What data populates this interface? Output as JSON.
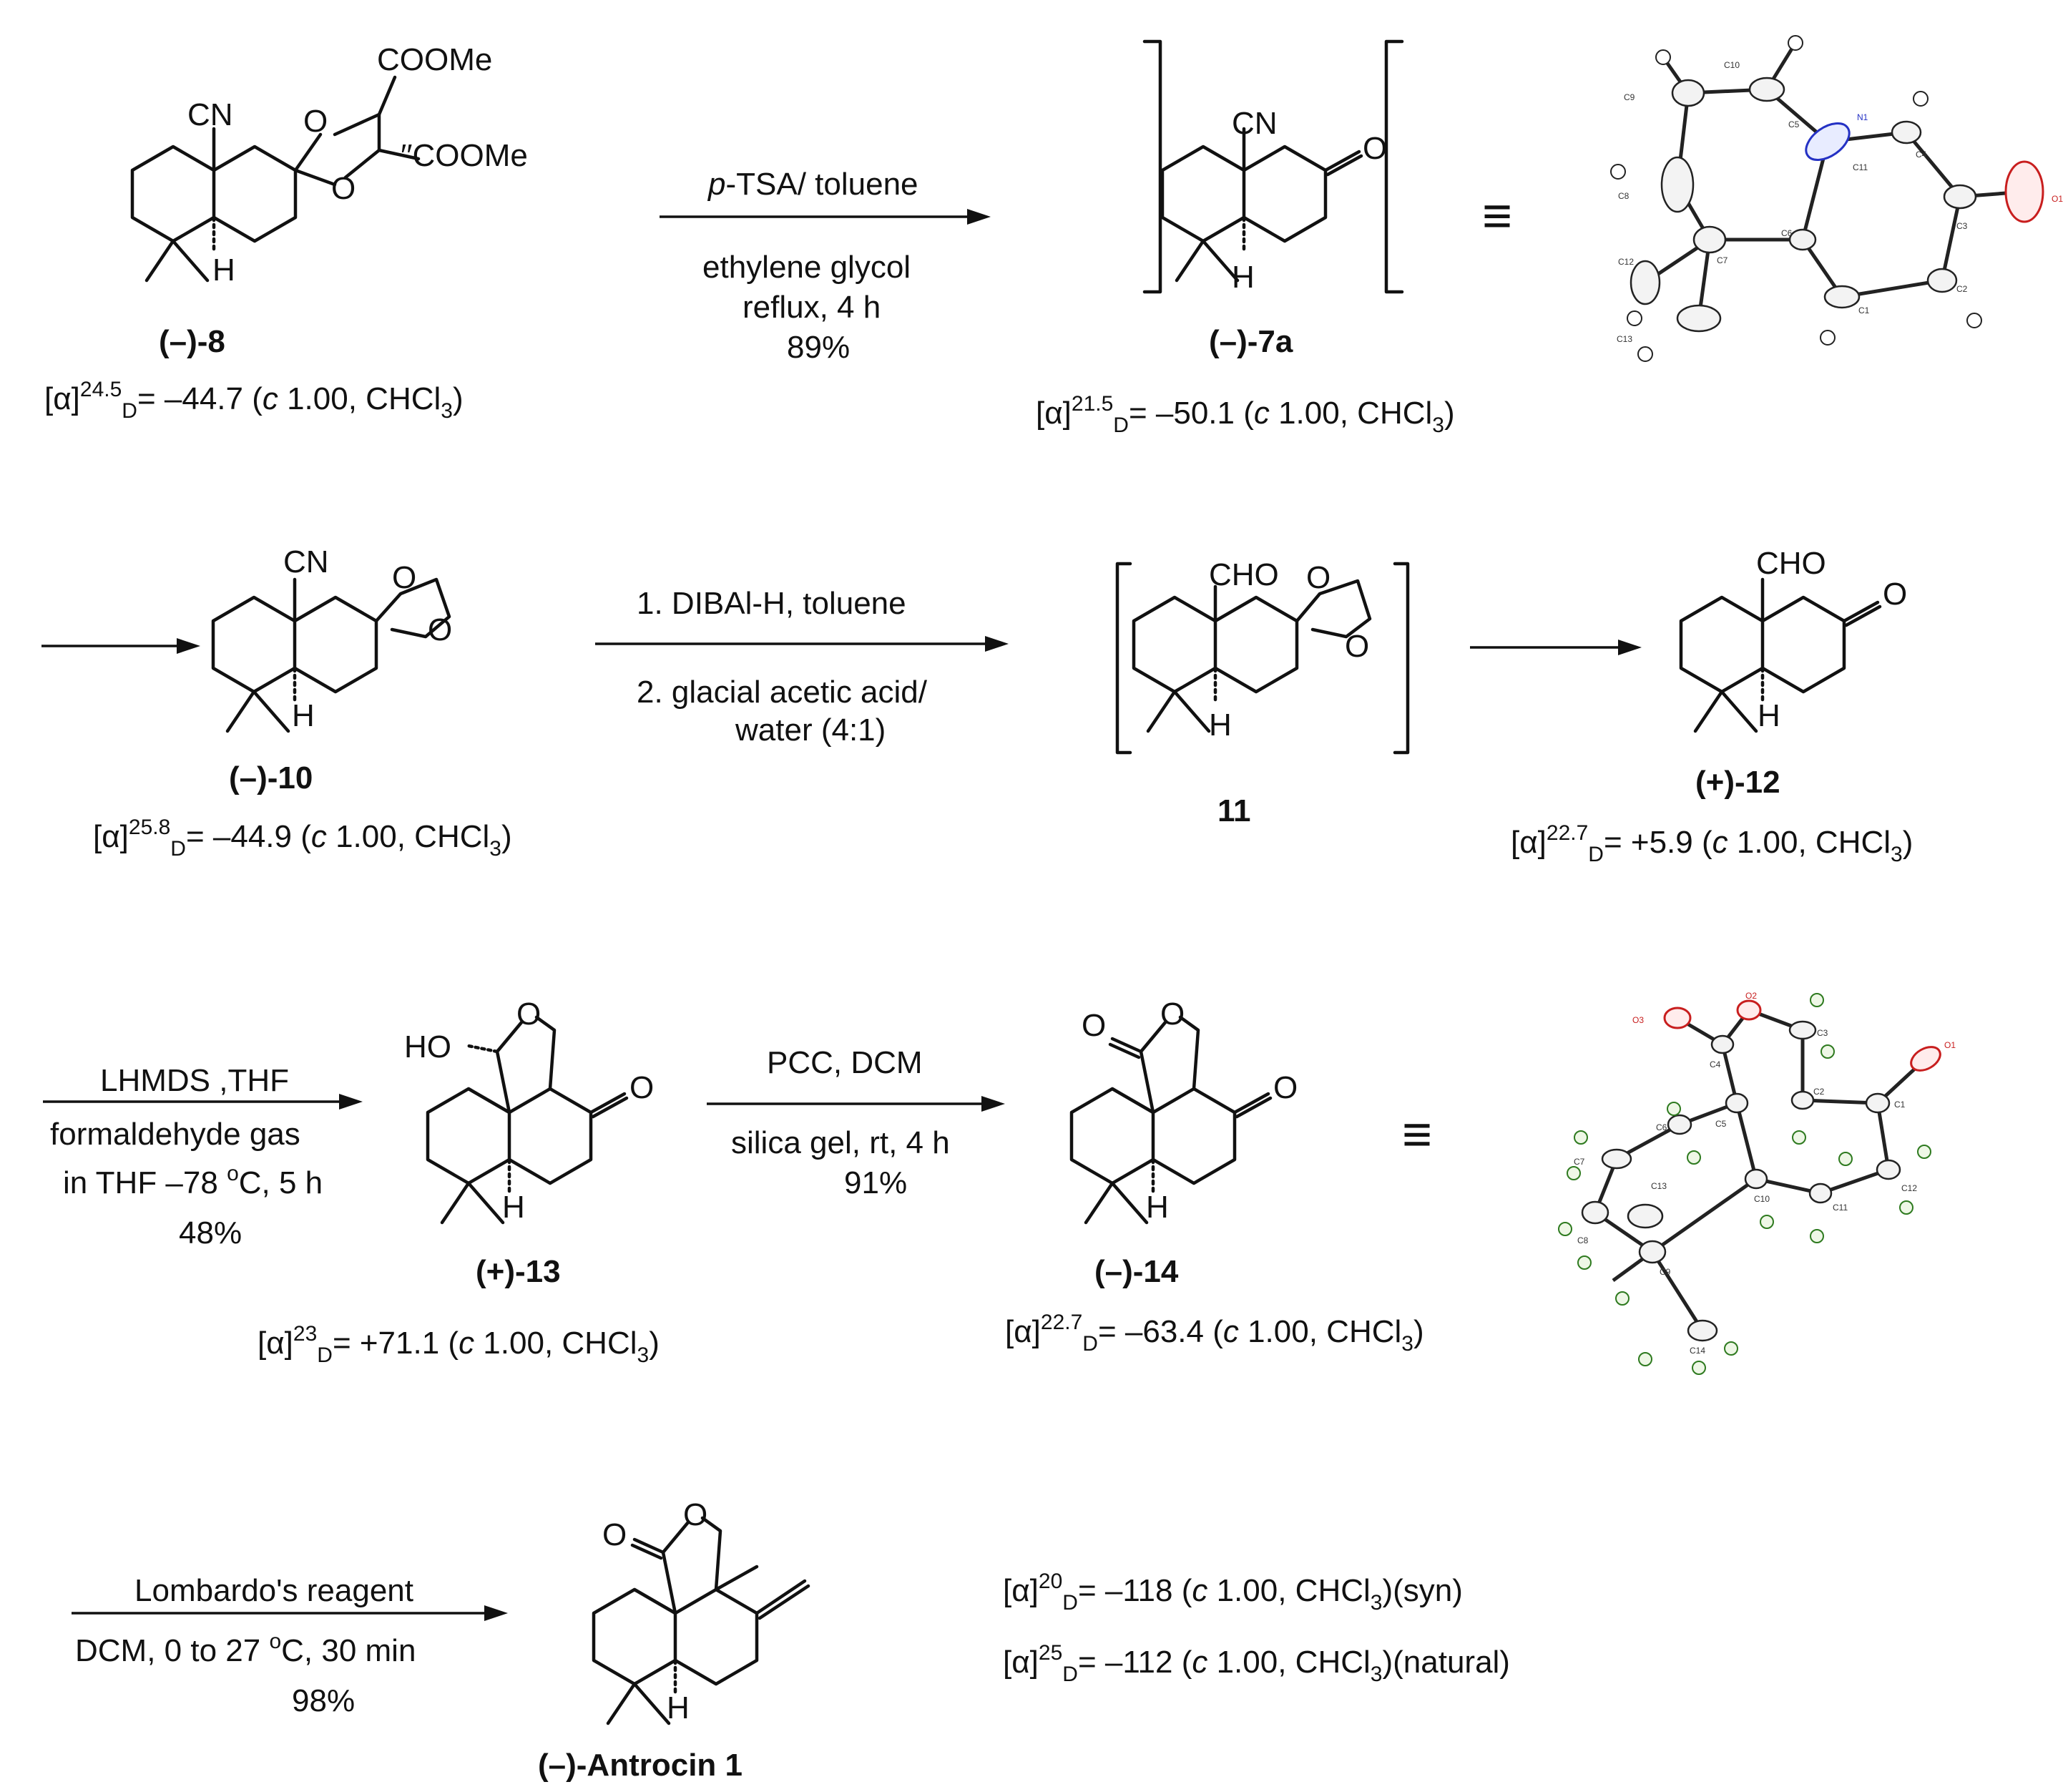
{
  "compounds": {
    "c8": {
      "label": "(–)-8",
      "rotation": {
        "temp": "24.5",
        "value": "= –44.7 (",
        "conc": " 1.00, CHCl",
        "tail": ")"
      },
      "groups": {
        "cn": "CN",
        "ester1": "COOMe",
        "ester2": "′′COOMe",
        "o1": "O",
        "o2": "O",
        "h": "H"
      }
    },
    "c7a": {
      "label": "(–)-7a",
      "rotation": {
        "temp": "21.5",
        "value": "= –50.1 (",
        "conc": " 1.00, CHCl",
        "tail": ")"
      },
      "groups": {
        "cn": "CN",
        "o": "O",
        "h": "H"
      }
    },
    "c10": {
      "label": "(–)-10",
      "rotation": {
        "temp": "25.8",
        "value": "= –44.9 (",
        "conc": " 1.00, CHCl",
        "tail": ")"
      },
      "groups": {
        "cn": "CN",
        "o1": "O",
        "o2": "O",
        "h": "H"
      }
    },
    "c11": {
      "label": "11",
      "groups": {
        "cho": "CHO",
        "o1": "O",
        "o2": "O",
        "h": "H"
      }
    },
    "c12": {
      "label": "(+)-12",
      "rotation": {
        "temp": "22.7",
        "value": "= +5.9 (",
        "conc": " 1.00, CHCl",
        "tail": ")"
      },
      "groups": {
        "cho": "CHO",
        "o": "O",
        "h": "H"
      }
    },
    "c13": {
      "label": "(+)-13",
      "rotation": {
        "temp": "23",
        "value": "= +71.1 (",
        "conc": " 1.00, CHCl",
        "tail": ")"
      },
      "groups": {
        "ho": "HO",
        "o1": "O",
        "o2": "O",
        "h": "H"
      }
    },
    "c14": {
      "label": "(–)-14",
      "rotation": {
        "temp": "22.7",
        "value": "= –63.4 (",
        "conc": " 1.00, CHCl",
        "tail": ")"
      },
      "groups": {
        "o1": "O",
        "o2": "O",
        "o3": "O",
        "h": "H"
      }
    },
    "c1": {
      "label": "(–)-Antrocin 1",
      "groups": {
        "o1": "O",
        "o2": "O",
        "h": "H"
      }
    }
  },
  "rotation_common": {
    "alpha": "[α]",
    "sub": "D",
    "c": "c",
    "sub3": "3"
  },
  "final_rotations": [
    {
      "temp": "20",
      "value": "= –118 (",
      "conc": " 1.00, CHCl",
      "tail": ")(syn)"
    },
    {
      "temp": "25",
      "value": "= –112 (",
      "conc": " 1.00, CHCl",
      "tail": ")(natural)"
    }
  ],
  "steps": {
    "step1": {
      "line1_italic": "p",
      "line1": "-TSA/ toluene",
      "line2": "ethylene glycol",
      "line3": "reflux, 4 h",
      "yield": "89%"
    },
    "step3": {
      "line1": "1. DIBAl-H, toluene",
      "line2": "2. glacial acetic acid/",
      "line3": "water (4:1)"
    },
    "step5": {
      "line1": "LHMDS ,THF",
      "line2": "formaldehyde gas",
      "line3a": "in THF –78 ",
      "line3_sup": "o",
      "line3b": "C, 5 h",
      "yield": "48%"
    },
    "step6": {
      "line1": "PCC, DCM",
      "line2": "silica gel, rt, 4 h",
      "yield": "91%"
    },
    "step7": {
      "line1": "Lombardo's reagent",
      "line2a": "DCM, 0 to 27 ",
      "line2_sup": "o",
      "line2b": "C,  30 min",
      "yield": "98%"
    }
  },
  "equiv_symbol": "≡",
  "xray1_labels": {
    "n1": "N1",
    "c1": "C1",
    "c2": "C2",
    "c3": "C3",
    "c4": "C4",
    "c5": "C5",
    "c6": "C6",
    "c7": "C7",
    "c8": "C8",
    "c9": "C9",
    "c10": "C10",
    "c11": "C11",
    "c12": "C12",
    "c13": "C13",
    "o1": "O1"
  },
  "xray2_labels": {
    "o1": "O1",
    "o2": "O2",
    "o3": "O3",
    "c1": "C1",
    "c2": "C2",
    "c3": "C3",
    "c4": "C4",
    "c5": "C5",
    "c6": "C6",
    "c7": "C7",
    "c8": "C8",
    "c9": "C9",
    "c10": "C10",
    "c11": "C11",
    "c12": "C12",
    "c13": "C13",
    "c14": "C14"
  }
}
